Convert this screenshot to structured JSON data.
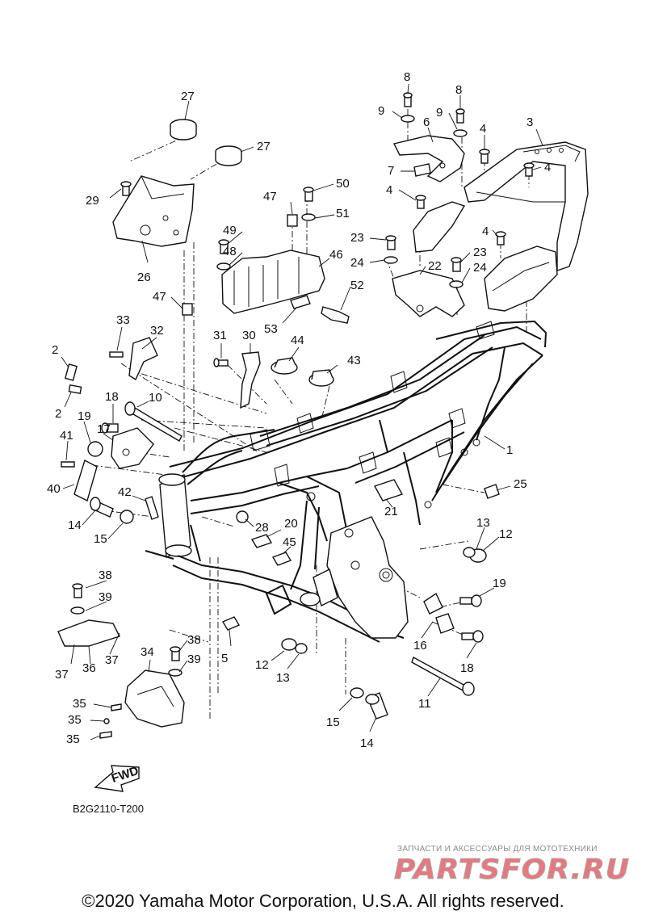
{
  "diagram": {
    "part_labels": [
      "1",
      "2",
      "2",
      "3",
      "4",
      "4",
      "4",
      "4",
      "5",
      "6",
      "7",
      "8",
      "8",
      "9",
      "9",
      "10",
      "11",
      "12",
      "12",
      "13",
      "13",
      "14",
      "14",
      "15",
      "15",
      "16",
      "17",
      "18",
      "18",
      "19",
      "19",
      "20",
      "21",
      "22",
      "23",
      "23",
      "24",
      "24",
      "25",
      "26",
      "27",
      "27",
      "28",
      "29",
      "30",
      "31",
      "32",
      "33",
      "34",
      "35",
      "35",
      "35",
      "36",
      "37",
      "37",
      "38",
      "38",
      "39",
      "39",
      "40",
      "41",
      "42",
      "43",
      "44",
      "45",
      "46",
      "47",
      "47",
      "48",
      "49",
      "50",
      "51",
      "52",
      "53"
    ],
    "fwd_label": "FWD",
    "diagram_code": "B2G2110-T200"
  },
  "watermark": {
    "tagline": "ЗАПЧАСТИ И АКСЕССУАРЫ ДЛЯ МОТОТЕХНИКИ",
    "logo_text": "PARTSFOR.RU"
  },
  "footer": {
    "copyright": "©2020 Yamaha Motor Corporation, U.S.A. All rights reserved."
  },
  "colors": {
    "line": "#111111",
    "logo_red": "#e9787e",
    "logo_gray": "#a8a8a8",
    "watermark_text": "#8a8a8a"
  }
}
